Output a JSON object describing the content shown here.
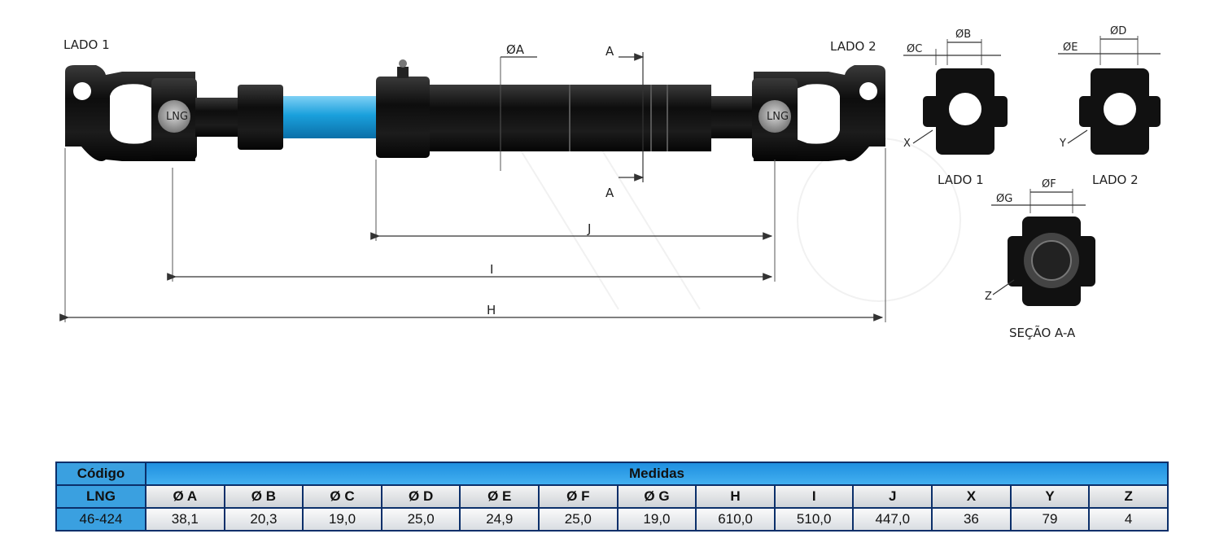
{
  "drawing": {
    "side1_label": "LADO 1",
    "side2_label": "LADO 2",
    "dim_A": "ØA",
    "dim_B": "ØB",
    "dim_C": "ØC",
    "dim_D": "ØD",
    "dim_E": "ØE",
    "dim_F": "ØF",
    "dim_G": "ØG",
    "section_mark_top": "A",
    "section_mark_bottom": "A",
    "dim_H": "H",
    "dim_I": "I",
    "dim_J": "J",
    "mark_X": "X",
    "mark_Y": "Y",
    "mark_Z": "Z",
    "view1_caption": "LADO 1",
    "view2_caption": "LADO 2",
    "section_caption": "SEÇÃO A-A",
    "yoke_text_left": "LNG",
    "yoke_text_right": "LNG",
    "shaft_color": "#1aa0dc",
    "body_color": "#111111"
  },
  "table": {
    "code_header": "Código",
    "measures_header": "Medidas",
    "brand_label": "LNG",
    "columns": [
      "Ø A",
      "Ø B",
      "Ø C",
      "Ø D",
      "Ø E",
      "Ø F",
      "Ø G",
      "H",
      "I",
      "J",
      "X",
      "Y",
      "Z"
    ],
    "code": "46-424",
    "values": [
      "38,1",
      "20,3",
      "19,0",
      "25,0",
      "24,9",
      "25,0",
      "19,0",
      "610,0",
      "510,0",
      "447,0",
      "36",
      "79",
      "4"
    ],
    "header_color": "#1f8fe0",
    "border_color": "#0b2f6a"
  }
}
